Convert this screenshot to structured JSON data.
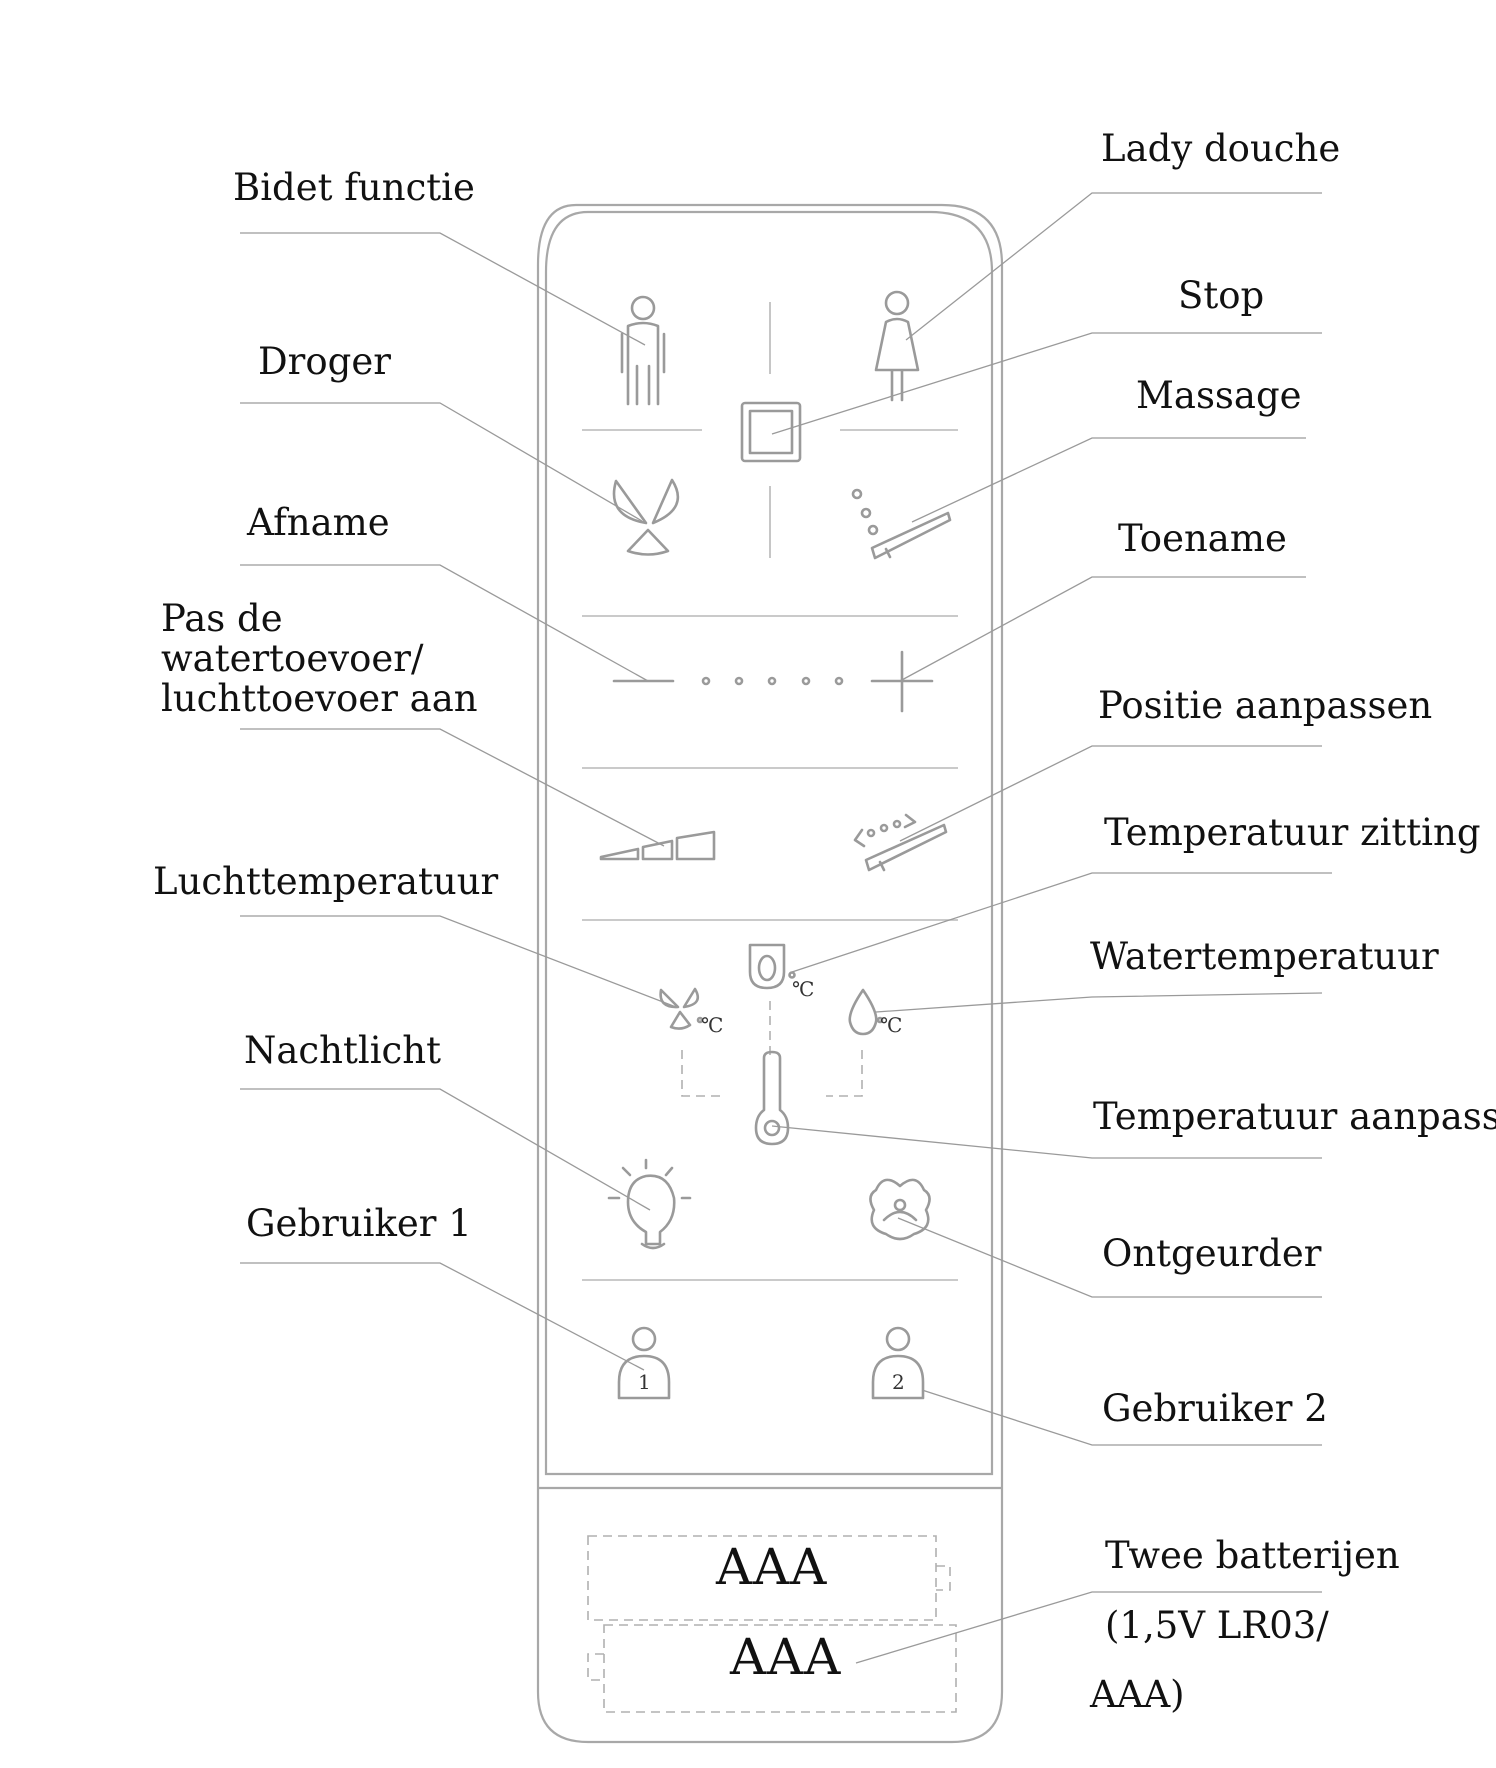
{
  "labels": {
    "bidet": "Bidet functie",
    "lady": "Lady douche",
    "stop": "Stop",
    "droger": "Droger",
    "massage": "Massage",
    "afname": "Afname",
    "toename": "Toename",
    "pas_1": "Pas de",
    "pas_2": "watertoevoer/",
    "pas_3": "luchttoevoer aan",
    "positie": "Positie aanpassen",
    "temp_zitting": "Temperatuur zitting",
    "luchttemp": "Luchttemperatuur",
    "watertemp": "Watertemperatuur",
    "nachtlicht": "Nachtlicht",
    "temp_aanpassen": "Temperatuur aanpassen",
    "gebruiker1": "Gebruiker 1",
    "ontgeurder": "Ontgeurder",
    "gebruiker2": "Gebruiker 2",
    "batt_1": "Twee batterijen",
    "batt_2": "(1,5V LR03/",
    "batt_3": "AAA)"
  },
  "batteries": [
    "AAA",
    "AAA"
  ],
  "user_numbers": [
    "1",
    "2"
  ],
  "temp_unit": "℃",
  "icons": [
    "man-icon",
    "woman-icon",
    "stop-square-icon",
    "fan-icon",
    "massage-nozzle-icon",
    "minus-icon",
    "plus-icon",
    "flow-level-icon",
    "nozzle-position-icon",
    "seat-temperature-icon",
    "air-temperature-icon",
    "water-drop-temperature-icon",
    "thermometer-icon",
    "lightbulb-icon",
    "flower-deodorizer-icon",
    "user-1-icon",
    "user-2-icon",
    "battery-icon"
  ]
}
